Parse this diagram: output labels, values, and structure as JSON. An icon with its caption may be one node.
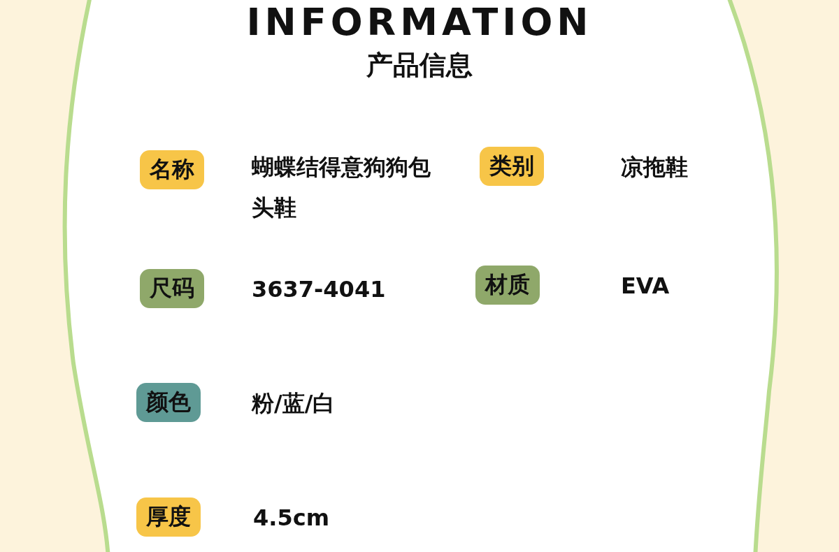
{
  "diagram": {
    "title": "INFORMATION",
    "nodes": [
      {
        "text": [
          "名称"
        ]
      },
      {
        "text": [
          "类别"
        ]
      },
      {
        "text": [
          "尺码"
        ]
      },
      {
        "text": [
          "材质"
        ]
      },
      {
        "text": [
          "颜色"
        ]
      },
      {
        "text": [
          "厚度"
        ]
      }
    ],
    "labels": [
      "产品信息",
      "蝴蝶结得意狗狗包头鞋",
      "凉拖鞋",
      "3637-4041",
      "EVA",
      "粉/蓝/白",
      "4.5cm"
    ]
  }
}
